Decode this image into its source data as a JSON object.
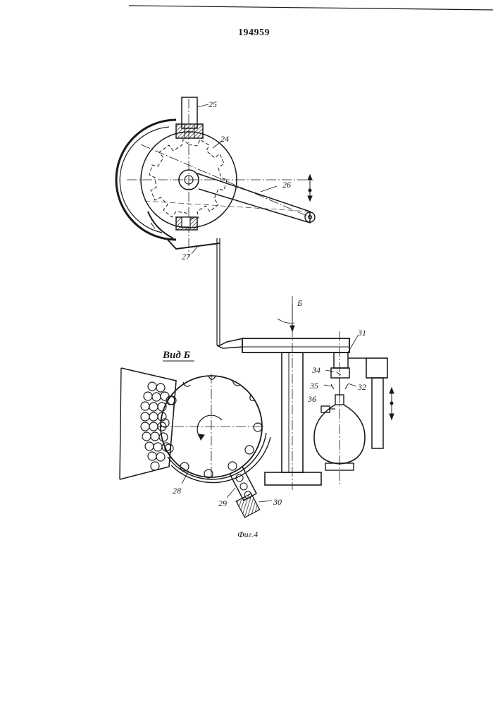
{
  "patent_number": "194959",
  "labels": {
    "l24": "24",
    "l25": "25",
    "l26": "26",
    "l27": "27",
    "l28": "28",
    "l29": "29",
    "l30": "30",
    "l31": "31",
    "l32": "32",
    "l34": "34",
    "l35": "35",
    "l36": "36",
    "view_b": "Вид Б",
    "arrow_b": "Б",
    "figure_caption": "Фиг.4"
  },
  "colors": {
    "ink": "#1a1a1a",
    "paper": "#ffffff"
  }
}
